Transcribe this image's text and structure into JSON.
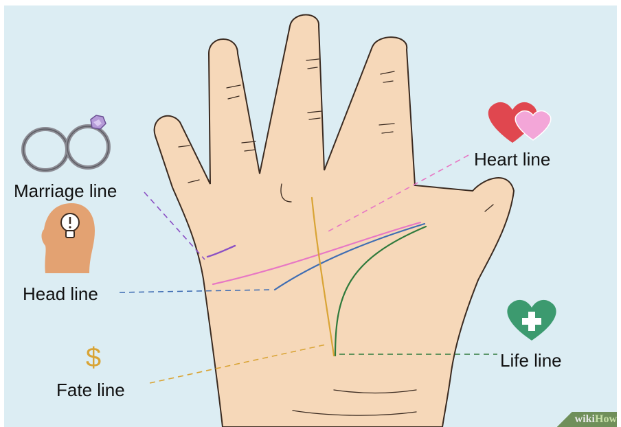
{
  "labels": {
    "marriage": "Marriage line",
    "head": "Head line",
    "fate": "Fate line",
    "heart": "Heart line",
    "life": "Life line"
  },
  "icons": {
    "marriage": "wedding-rings-icon",
    "head": "head-lightbulb-icon",
    "fate": "dollar-sign-icon",
    "heart": "two-hearts-icon",
    "life": "heart-plus-icon"
  },
  "dollar_symbol": "$",
  "watermark": {
    "part1": "wiki",
    "part2": "How"
  },
  "colors": {
    "background": "#dcedf3",
    "skin": "#f6d8b9",
    "skin_outline": "#3a2a20",
    "heart_line": "#e777c4",
    "head_line": "#3f6db3",
    "life_line": "#2f7a3c",
    "fate_line": "#d9a435",
    "marriage_line": "#8a4fc4"
  }
}
